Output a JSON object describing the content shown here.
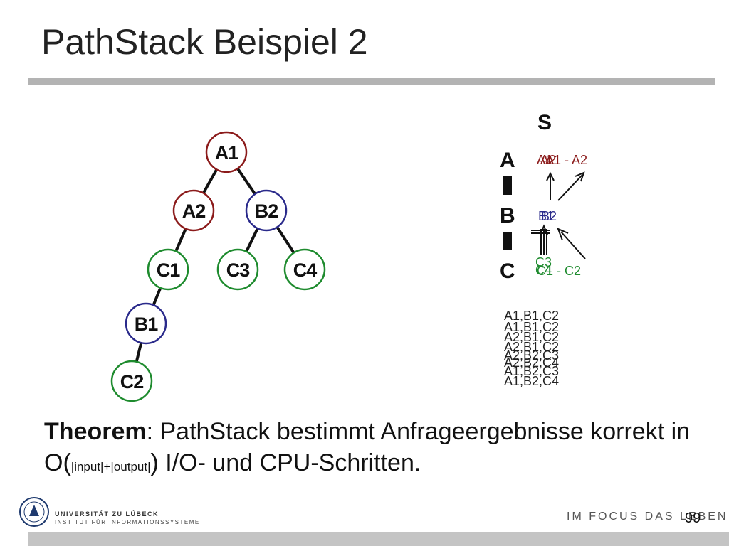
{
  "title": "PathStack Beispiel 2",
  "tree": {
    "nodes": [
      {
        "id": "A1",
        "label": "A1",
        "color": "#8b1a1a"
      },
      {
        "id": "A2",
        "label": "A2",
        "color": "#8b1a1a"
      },
      {
        "id": "B2",
        "label": "B2",
        "color": "#2a2a8b"
      },
      {
        "id": "C1",
        "label": "C1",
        "color": "#1e8b2e"
      },
      {
        "id": "C3",
        "label": "C3",
        "color": "#1e8b2e"
      },
      {
        "id": "C4",
        "label": "C4",
        "color": "#1e8b2e"
      },
      {
        "id": "B1",
        "label": "B1",
        "color": "#2a2a8b"
      },
      {
        "id": "C2",
        "label": "C2",
        "color": "#1e8b2e"
      }
    ],
    "edges": [
      [
        "A1",
        "A2"
      ],
      [
        "A1",
        "B2"
      ],
      [
        "A2",
        "C1"
      ],
      [
        "B2",
        "C3"
      ],
      [
        "B2",
        "C4"
      ],
      [
        "C1",
        "B1"
      ],
      [
        "B1",
        "C2"
      ]
    ]
  },
  "stacks": {
    "heading": "S",
    "labels": [
      "A",
      "B",
      "C"
    ],
    "a_entries": "A1 - A2",
    "a_overlap": [
      "A1",
      "A2"
    ],
    "b_entries": [
      "B1",
      "B2"
    ],
    "c_entries": "C1 - C2",
    "c_overlap": [
      "C3",
      "C4"
    ]
  },
  "results": [
    "A1,B1,C2",
    "A1,B1,C2",
    "A2,B1,C2",
    "A2,B1,C2",
    "A2,B2,C3",
    "A2,B2,C4",
    "A1,B2,C3",
    "A1,B2,C4"
  ],
  "theorem": {
    "label": "Theorem",
    "text_a": ": PathStack bestimmt Anfrageergebnisse korrekt in O(",
    "complexity": "|input|+|output|",
    "text_b": ") I/O- und CPU-Schritten."
  },
  "footer": {
    "university": "UNIVERSITÄT ZU LÜBECK",
    "institute": "INSTITUT FÜR INFORMATIONSSYSTEME",
    "motto": "IM FOCUS DAS LEBEN",
    "page_number": "99"
  },
  "colors": {
    "red": "#8b1a1a",
    "blue": "#2a2a8b",
    "green": "#1e8b2e",
    "rule": "#b3b3b3"
  }
}
